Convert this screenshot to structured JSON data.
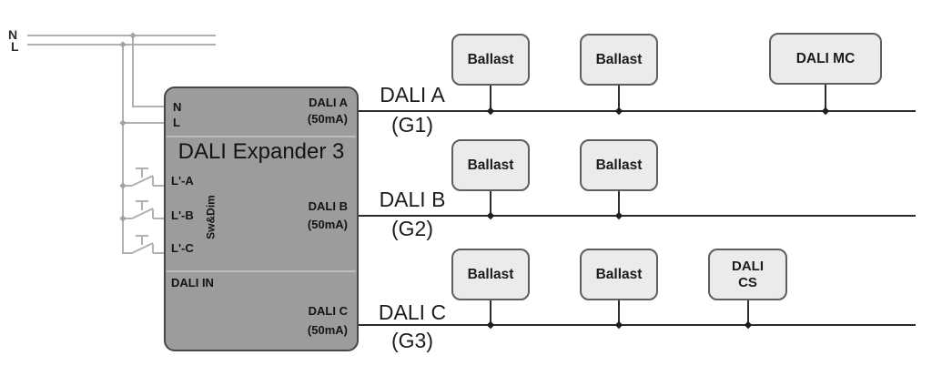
{
  "palette": {
    "wire_grey": "#b0b0b0",
    "wire_black": "#2d2d2d",
    "expander_fill": "#9c9c9c",
    "expander_border": "#474747",
    "device_fill": "#ebebeb",
    "device_border": "#5e5e5e",
    "text": "#1c1c1c"
  },
  "mains": {
    "neutral": "N",
    "line": "L"
  },
  "expander": {
    "title": "DALI Expander 3",
    "terminal_n": "N",
    "terminal_l": "L",
    "terminal_la": "L'-A",
    "terminal_lb": "L'-B",
    "terminal_lc": "L'-C",
    "terminal_dali_in": "DALI IN",
    "switch_group_label": "Sw&Dim",
    "out_a_name": "DALI A",
    "out_a_current": "(50mA)",
    "out_b_name": "DALI B",
    "out_b_current": "(50mA)",
    "out_c_name": "DALI C",
    "out_c_current": "(50mA)"
  },
  "buses": {
    "a": {
      "label": "DALI A",
      "group": "(G1)",
      "devices": {
        "d1": "Ballast",
        "d2": "Ballast",
        "d3": "DALI MC"
      }
    },
    "b": {
      "label": "DALI B",
      "group": "(G2)",
      "devices": {
        "d1": "Ballast",
        "d2": "Ballast"
      }
    },
    "c": {
      "label": "DALI C",
      "group": "(G3)",
      "devices": {
        "d1": "Ballast",
        "d2": "Ballast",
        "d3": "DALI\nCS"
      }
    }
  }
}
